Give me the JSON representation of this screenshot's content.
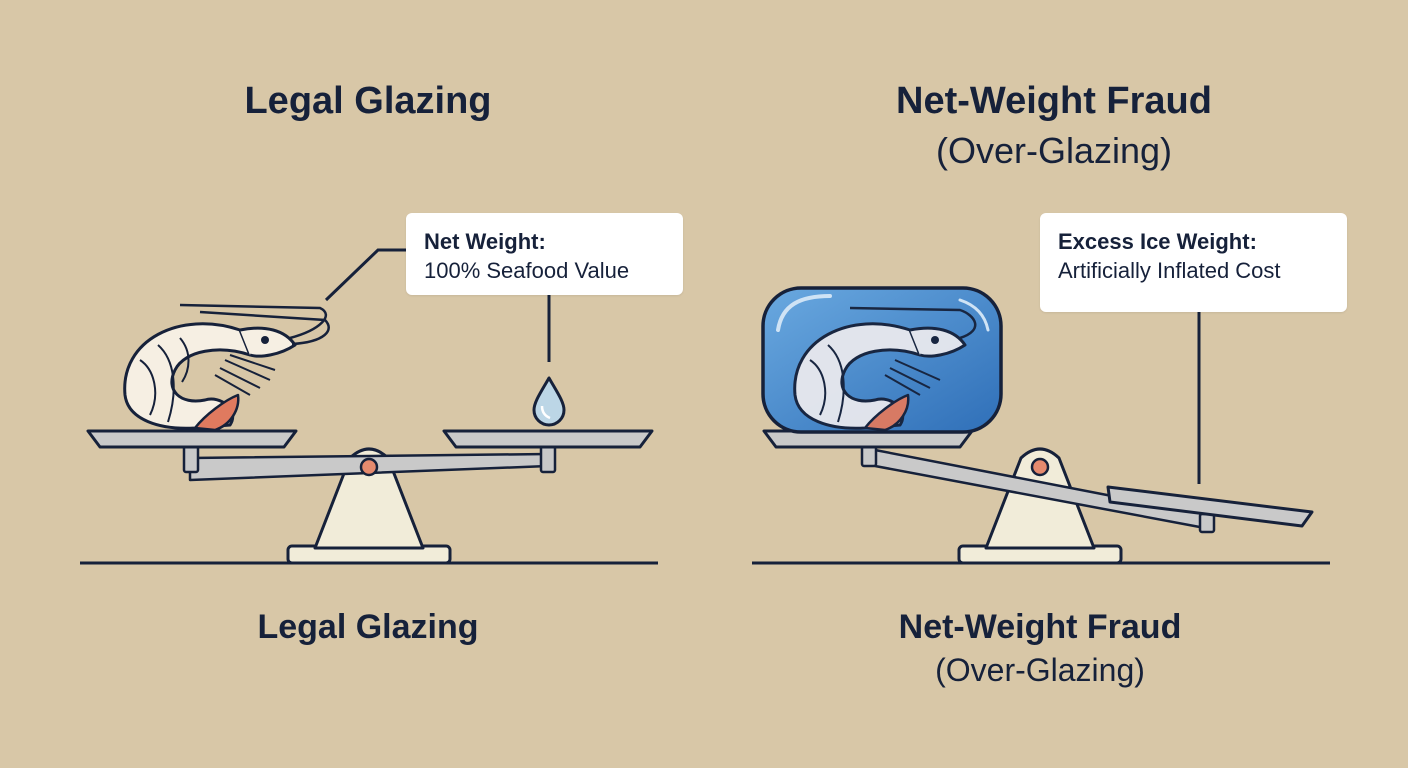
{
  "left_panel": {
    "title": "Legal Glazing",
    "callout": {
      "title": "Net Weight:",
      "body": "100% Seafood Value"
    },
    "bottom_title": "Legal Glazing"
  },
  "right_panel": {
    "title": "Net-Weight Fraud",
    "subtitle": "(Over-Glazing)",
    "callout": {
      "title": "Excess Ice Weight:",
      "body": "Artificially Inflated Cost"
    },
    "bottom_title": "Net-Weight Fraud",
    "bottom_subtitle": "(Over-Glazing)"
  },
  "colors": {
    "background": "#d8c7a7",
    "ink": "#16213a",
    "scale_metal": "#c9c9c9",
    "fulcrum": "#f1ecd9",
    "pivot": "#e58a6e",
    "ice_block": "#4a8fd1",
    "shrimp_body": "#f6efe3",
    "shrimp_tail": "#e07a5f",
    "water_drop": "#bcd6e6"
  },
  "icons": [
    "shrimp-icon",
    "water-drop-icon",
    "ice-block-icon",
    "balance-scale-icon"
  ]
}
